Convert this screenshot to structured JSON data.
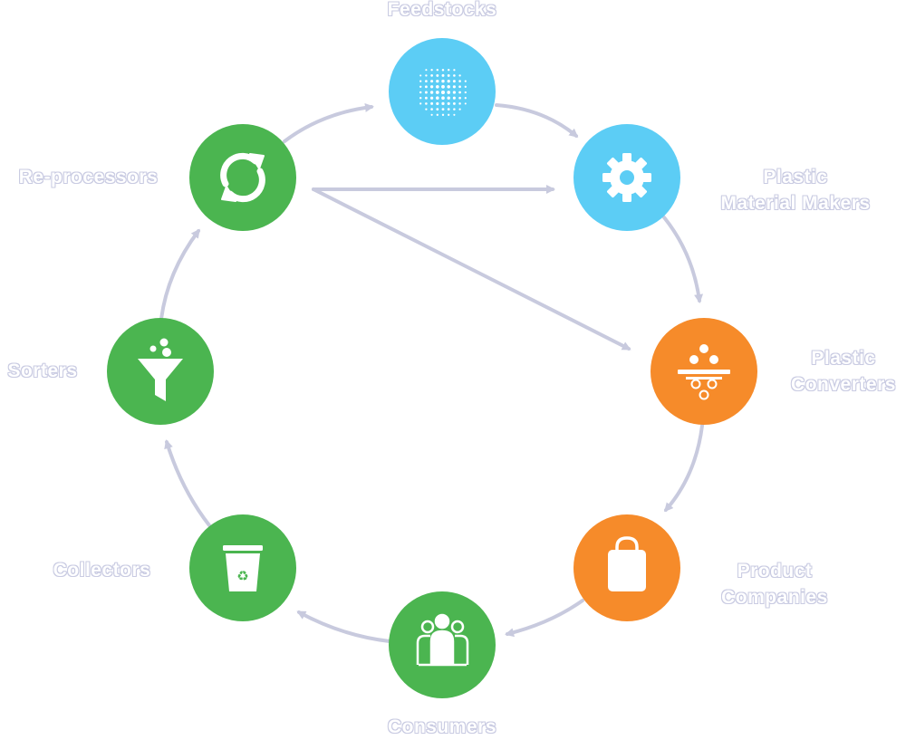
{
  "colors": {
    "blue": "#5ccdf5",
    "orange": "#f68b2a",
    "green": "#4bb550",
    "arrow": "#c8cade",
    "icon": "#ffffff"
  },
  "nodes": [
    {
      "id": "feedstocks",
      "label": "Feedstocks",
      "color": "blue",
      "icon": "dots-sphere-icon"
    },
    {
      "id": "material-makers",
      "label": "Plastic\nMaterial Makers",
      "color": "blue",
      "icon": "gear-icon"
    },
    {
      "id": "converters",
      "label": "Plastic\nConverters",
      "color": "orange",
      "icon": "pellets-conveyor-icon"
    },
    {
      "id": "product-companies",
      "label": "Product\nCompanies",
      "color": "orange",
      "icon": "shopping-bag-icon"
    },
    {
      "id": "consumers",
      "label": "Consumers",
      "color": "green",
      "icon": "people-group-icon"
    },
    {
      "id": "collectors",
      "label": "Collectors",
      "color": "green",
      "icon": "recycling-bin-icon"
    },
    {
      "id": "sorters",
      "label": "Sorters",
      "color": "green",
      "icon": "funnel-icon"
    },
    {
      "id": "re-processors",
      "label": "Re-processors",
      "color": "green",
      "icon": "recycle-arrows-icon"
    }
  ],
  "flows": [
    {
      "from": "feedstocks",
      "to": "material-makers"
    },
    {
      "from": "material-makers",
      "to": "converters"
    },
    {
      "from": "converters",
      "to": "product-companies"
    },
    {
      "from": "product-companies",
      "to": "consumers"
    },
    {
      "from": "consumers",
      "to": "collectors"
    },
    {
      "from": "collectors",
      "to": "sorters"
    },
    {
      "from": "sorters",
      "to": "re-processors"
    },
    {
      "from": "re-processors",
      "to": "feedstocks"
    },
    {
      "from": "re-processors",
      "to": "material-makers"
    },
    {
      "from": "re-processors",
      "to": "converters"
    }
  ]
}
